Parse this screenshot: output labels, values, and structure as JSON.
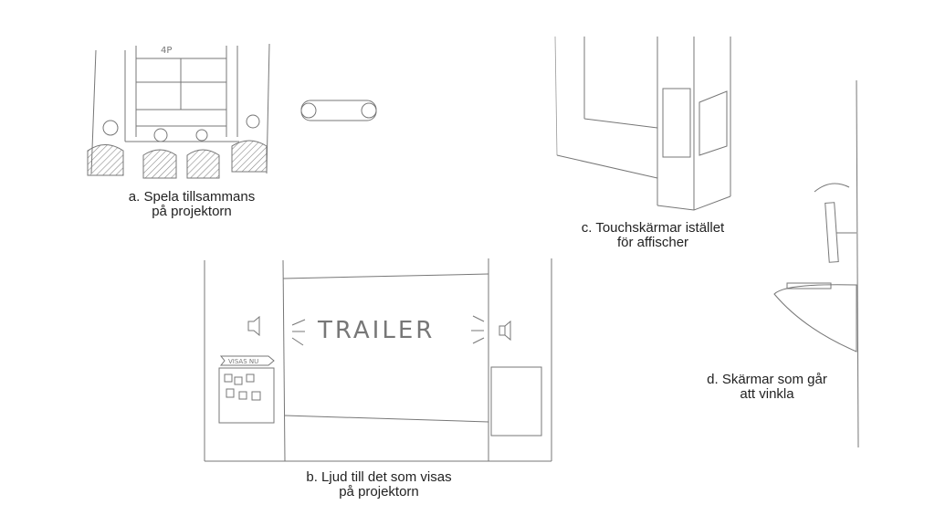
{
  "sketch_a": {
    "screen_label": "4P",
    "caption_line1": "a. Spela tillsammans",
    "caption_line2": "på projektorn"
  },
  "sketch_b": {
    "screen_text": "TRAILER",
    "sign_text": "VISAS NU",
    "caption_line1": "b. Ljud till det som visas",
    "caption_line2": "på projektorn"
  },
  "sketch_c": {
    "caption_line1": "c. Touchskärmar istället",
    "caption_line2": "för affischer"
  },
  "sketch_d": {
    "caption_line1": "d. Skärmar som går",
    "caption_line2": "att vinkla"
  },
  "colors": {
    "pencil": "#777777",
    "caption": "#222222"
  }
}
